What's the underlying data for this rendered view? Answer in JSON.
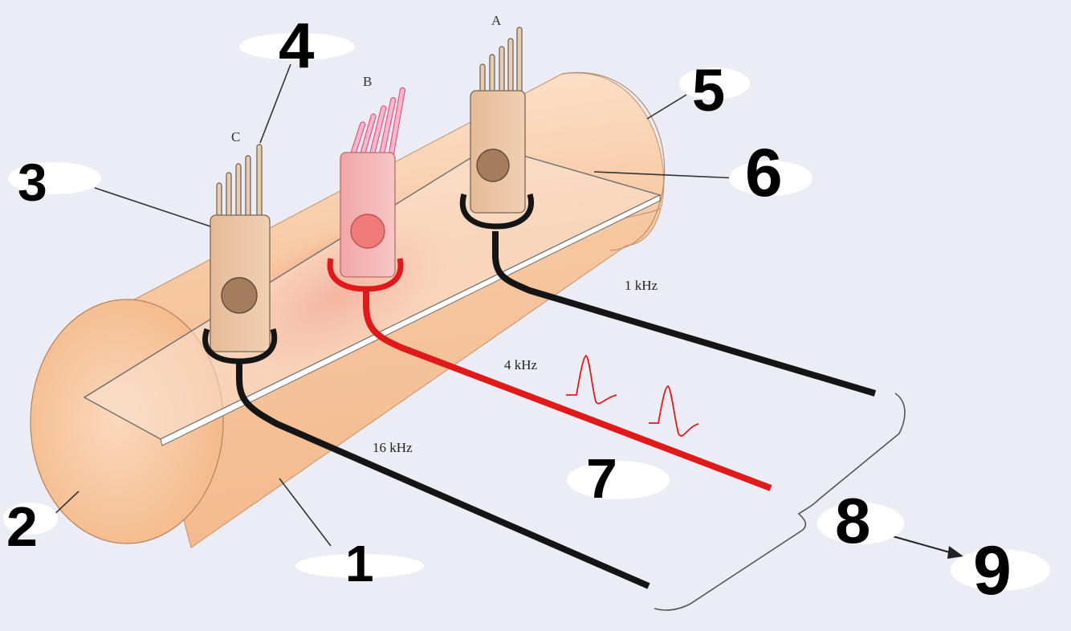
{
  "cells": {
    "A": "A",
    "B": "B",
    "C": "C"
  },
  "frequencies": {
    "low": "1 kHz",
    "mid": "4 kHz",
    "high": "16 kHz"
  },
  "labels": {
    "n1": "1",
    "n2": "2",
    "n3": "3",
    "n4": "4",
    "n5": "5",
    "n6": "6",
    "n7": "7",
    "n8": "8",
    "n9": "9"
  },
  "colors": {
    "active": "#e0191b",
    "inactive": "#151515",
    "cylinder": "#f6c9a2",
    "active_cell": "#f5b1b1",
    "cell_body": "#e9c2a0"
  }
}
